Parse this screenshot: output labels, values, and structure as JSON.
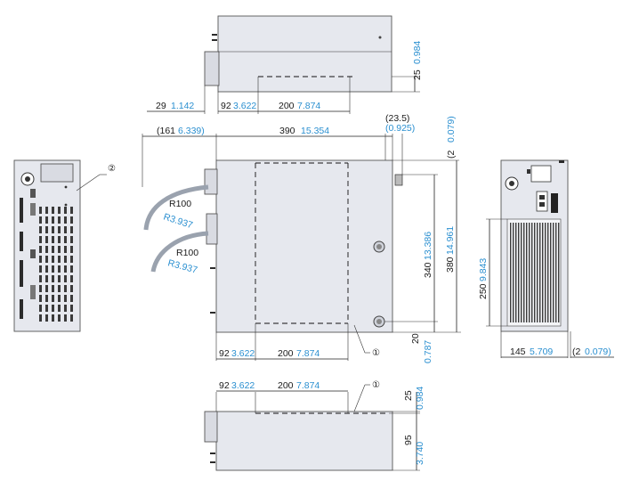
{
  "top_view": {
    "dim_25": "25",
    "dim_25_in": "0.984",
    "dim_29": "29",
    "dim_29_in": "1.142",
    "dim_92": "92",
    "dim_92_in": "3.622",
    "dim_200": "200",
    "dim_200_in": "7.874"
  },
  "front_view": {
    "dim_161": "(161",
    "dim_161_in": "6.339)",
    "dim_390": "390",
    "dim_390_in": "15.354",
    "dim_23_5": "(23.5)",
    "dim_23_5_in": "(0.925)",
    "dim_2": "(2",
    "dim_2_in": "0.079)",
    "dim_340": "340",
    "dim_340_in": "13.386",
    "dim_380": "380",
    "dim_380_in": "14.961",
    "dim_20": "20",
    "dim_20_in": "0.787",
    "dim_92": "92",
    "dim_92_in": "3.622",
    "dim_200": "200",
    "dim_200_in": "7.874",
    "bend_radius_1": "R100",
    "bend_radius_1_in": "R3.937",
    "bend_radius_2": "R100",
    "bend_radius_2_in": "R3.937",
    "callout_1": "①"
  },
  "left_view": {
    "callout_2": "②"
  },
  "right_view": {
    "dim_250": "250",
    "dim_250_in": "9.843",
    "dim_145": "145",
    "dim_145_in": "5.709",
    "dim_2": "(2",
    "dim_2_in": "0.079)"
  },
  "bottom_view": {
    "dim_92": "92",
    "dim_92_in": "3.622",
    "dim_200": "200",
    "dim_200_in": "7.874",
    "callout_1": "①",
    "dim_25": "25",
    "dim_25_in": "0.984",
    "dim_95": "95",
    "dim_95_in": "3.740"
  },
  "colors": {
    "mm": "#1a1a1a",
    "inch": "#2a8fd0",
    "body": "#e6e8ee"
  }
}
